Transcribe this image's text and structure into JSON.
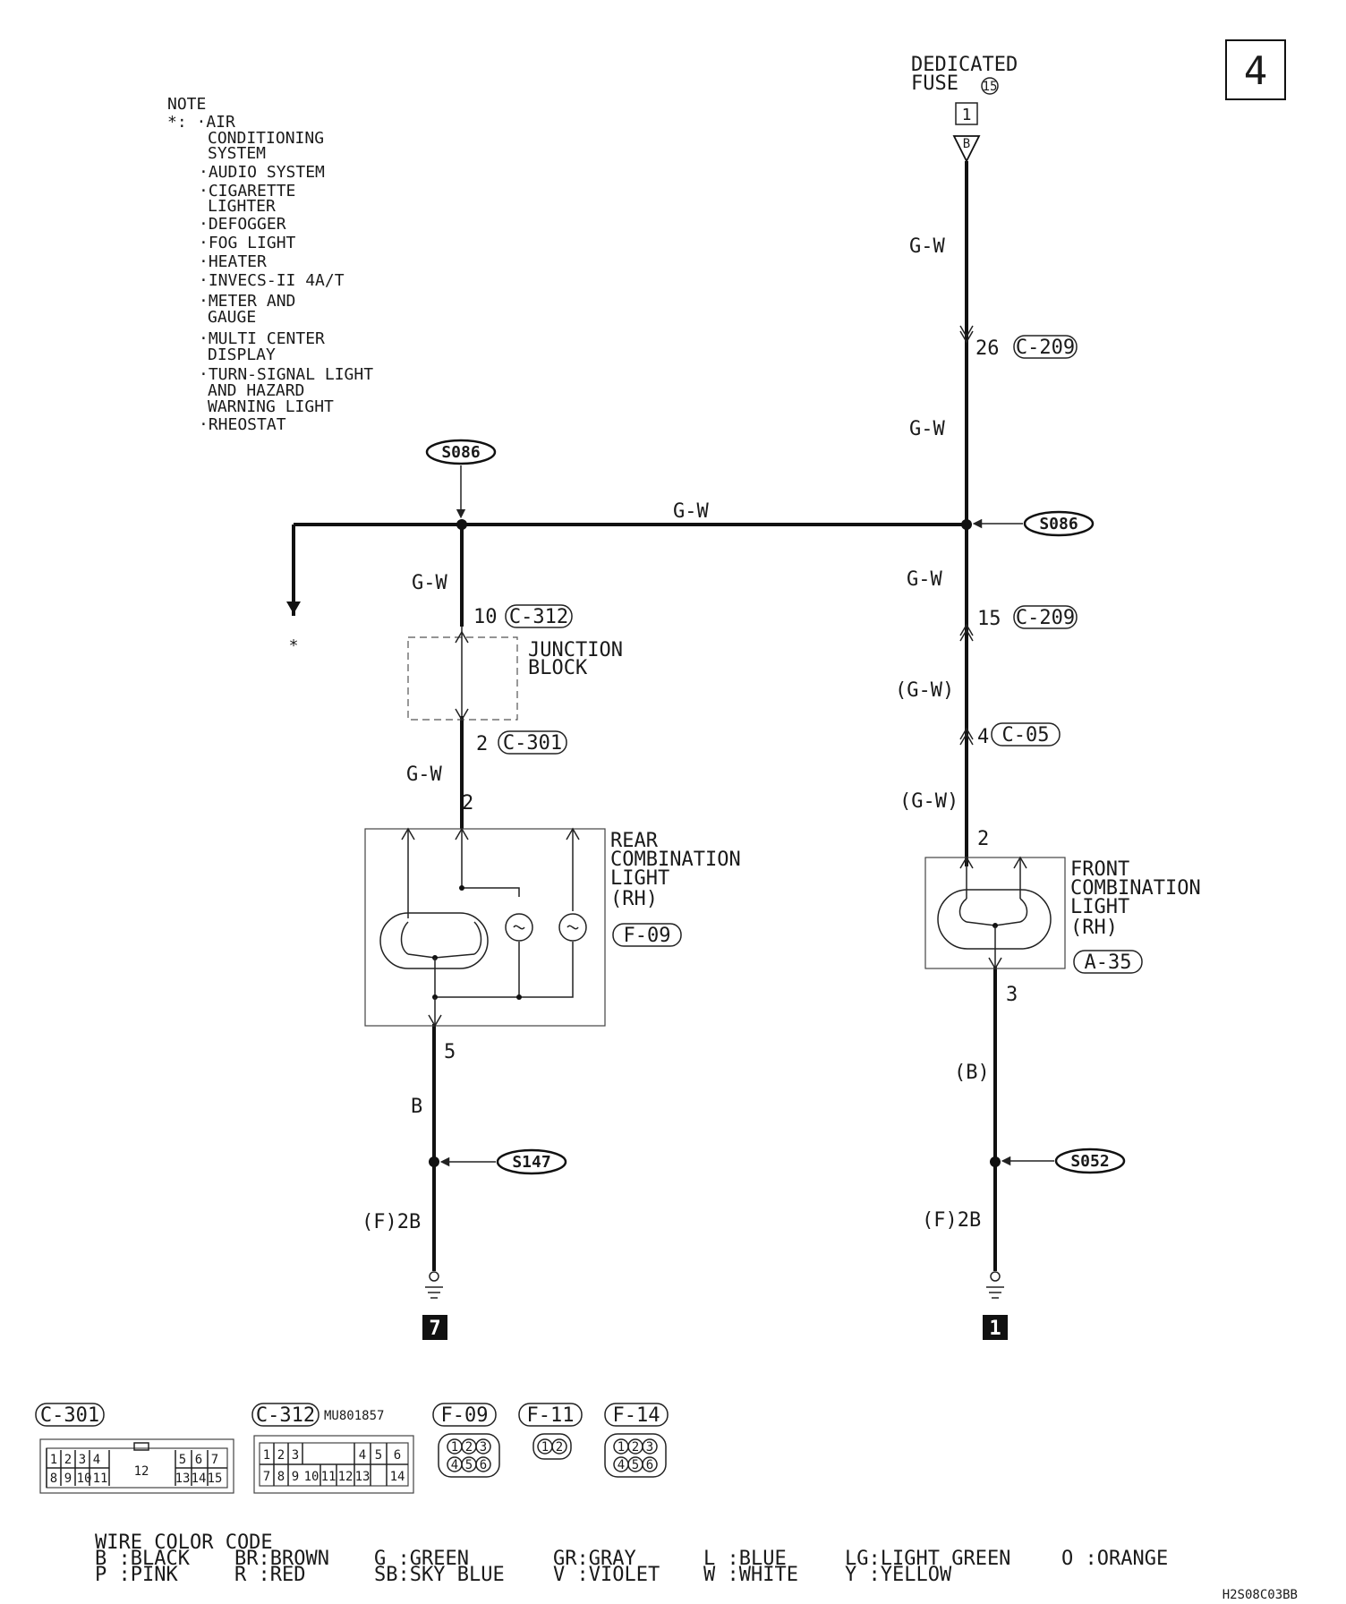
{
  "page_number": "4",
  "diagram_code": "H2S08C03BB",
  "note": {
    "title": "NOTE",
    "lines": [
      "*: ·AIR",
      "CONDITIONING",
      "SYSTEM",
      "·AUDIO SYSTEM",
      "·CIGARETTE",
      "LIGHTER",
      "·DEFOGGER",
      "·FOG LIGHT",
      "·HEATER",
      "·INVECS-II 4A/T",
      "·METER AND",
      "GAUGE",
      "·MULTI CENTER",
      "DISPLAY",
      "·TURN-SIGNAL LIGHT",
      "AND HAZARD",
      "WARNING LIGHT",
      "·RHEOSTAT"
    ]
  },
  "fuse": {
    "line1": "DEDICATED",
    "line2": "FUSE",
    "number": "15",
    "pin": "1",
    "connector_letter": "B"
  },
  "splices": {
    "top_left": "S086",
    "top_right": "S086",
    "ground_left": "S147",
    "ground_right": "S052"
  },
  "wire_labels": {
    "fuse_down": "G-W",
    "mid_right": "G-W",
    "horizontal": "G-W",
    "left_top": "G-W",
    "right_below_splice": "G-W",
    "right_paren1": "(G-W)",
    "right_paren2": "(G-W)",
    "left_mid": "G-W",
    "left_ground": "B",
    "left_ground2": "(F)2B",
    "right_ground": "(B)",
    "right_ground2": "(F)2B"
  },
  "connectors": {
    "c209_a": {
      "pin": "26",
      "id": "C-209"
    },
    "c312": {
      "pin": "10",
      "id": "C-312"
    },
    "c209_b": {
      "pin": "15",
      "id": "C-209"
    },
    "c05": {
      "pin": "4",
      "id": "C-05"
    },
    "c301": {
      "pin": "2",
      "id": "C-301"
    }
  },
  "components": {
    "junction_block": [
      "JUNCTION",
      "BLOCK"
    ],
    "rear_light": {
      "lines": [
        "REAR",
        "COMBINATION",
        "LIGHT",
        "(RH)"
      ],
      "connector": "F-09",
      "pin_in": "2",
      "pin_out": "5"
    },
    "front_light": {
      "lines": [
        "FRONT",
        "COMBINATION",
        "LIGHT",
        "(RH)"
      ],
      "connector": "A-35",
      "pin_in": "2",
      "pin_out": "3"
    }
  },
  "ground_points": {
    "left": "7",
    "right": "1"
  },
  "connector_views": {
    "c301": {
      "id": "C-301",
      "top_pins": [
        "1",
        "2",
        "3",
        "4",
        "5",
        "6",
        "7"
      ],
      "bottom_pins": [
        "8",
        "9",
        "10",
        "11",
        "13",
        "14",
        "15"
      ],
      "center_pin": "12"
    },
    "c312": {
      "id": "C-312",
      "part_no": "MU801857",
      "top_pins": [
        "1",
        "2",
        "3",
        "4",
        "5",
        "6"
      ],
      "bottom_pins": [
        "7",
        "8",
        "9",
        "10",
        "11",
        "12",
        "13",
        "14"
      ]
    },
    "f09": {
      "id": "F-09",
      "pins": [
        "1",
        "2",
        "3",
        "4",
        "5",
        "6"
      ]
    },
    "f11": {
      "id": "F-11",
      "pins": [
        "1",
        "2"
      ]
    },
    "f14": {
      "id": "F-14",
      "pins": [
        "1",
        "2",
        "3",
        "4",
        "5",
        "6"
      ]
    }
  },
  "wire_color_code": {
    "title": "WIRE COLOR CODE",
    "row1": [
      "B :BLACK",
      "BR:BROWN",
      "G :GREEN",
      "GR:GRAY",
      "L :BLUE",
      "LG:LIGHT GREEN",
      "O :ORANGE"
    ],
    "row2": [
      "P :PINK",
      "R :RED",
      "SB:SKY BLUE",
      "V :VIOLET",
      "W :WHITE",
      "Y :YELLOW"
    ]
  }
}
